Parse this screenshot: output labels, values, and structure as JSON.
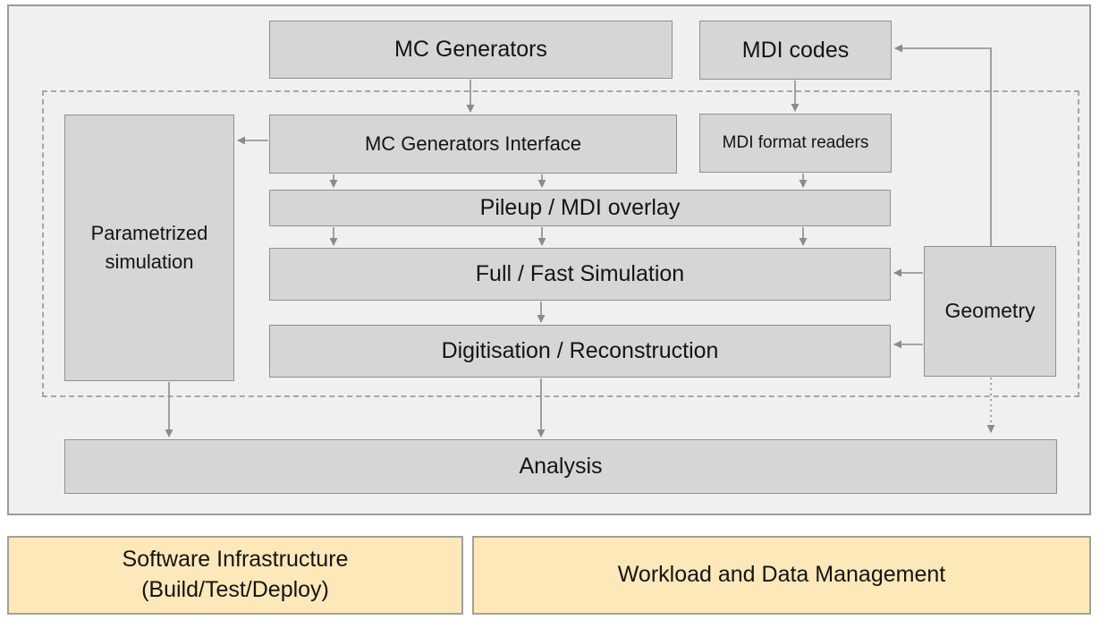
{
  "nodes": {
    "mc_generators": {
      "label": "MC Generators"
    },
    "mdi_codes": {
      "label": "MDI codes"
    },
    "mc_generators_interface": {
      "label": "MC Generators Interface"
    },
    "mdi_format_readers": {
      "label": "MDI format readers"
    },
    "parametrized_simulation": {
      "label": "Parametrized simulation"
    },
    "pileup_mdi_overlay": {
      "label": "Pileup / MDI overlay"
    },
    "full_fast_simulation": {
      "label": "Full / Fast Simulation"
    },
    "digitisation_reconstruction": {
      "label": "Digitisation / Reconstruction"
    },
    "geometry": {
      "label": "Geometry"
    },
    "analysis": {
      "label": "Analysis"
    }
  },
  "footer": {
    "software_infrastructure": {
      "label": "Software Infrastructure\n(Build/Test/Deploy)"
    },
    "workload_data_management": {
      "label": "Workload and Data Management"
    }
  },
  "edges": [
    {
      "from": "MC Generators",
      "to": "MC Generators Interface",
      "style": "solid",
      "count": 1
    },
    {
      "from": "MDI codes",
      "to": "MDI format readers",
      "style": "solid",
      "count": 1
    },
    {
      "from": "MC Generators Interface",
      "to": "Pileup / MDI overlay",
      "style": "solid",
      "count": 2
    },
    {
      "from": "MDI format readers",
      "to": "Pileup / MDI overlay",
      "style": "solid",
      "count": 1
    },
    {
      "from": "Pileup / MDI overlay",
      "to": "Full / Fast Simulation",
      "style": "solid",
      "count": 3
    },
    {
      "from": "Full / Fast Simulation",
      "to": "Digitisation / Reconstruction",
      "style": "solid",
      "count": 1
    },
    {
      "from": "Digitisation / Reconstruction",
      "to": "Analysis",
      "style": "solid",
      "count": 1
    },
    {
      "from": "MC Generators Interface",
      "to": "Parametrized simulation",
      "style": "solid",
      "count": 1
    },
    {
      "from": "Parametrized simulation",
      "to": "Analysis",
      "style": "solid",
      "count": 1
    },
    {
      "from": "Geometry",
      "to": "Full / Fast Simulation",
      "style": "solid",
      "count": 1
    },
    {
      "from": "Geometry",
      "to": "Digitisation / Reconstruction",
      "style": "solid",
      "count": 1
    },
    {
      "from": "Geometry",
      "to": "MDI codes",
      "style": "solid",
      "count": 1
    },
    {
      "from": "Geometry",
      "to": "Analysis",
      "style": "dotted",
      "count": 1
    }
  ],
  "colors": {
    "page_bg": "#ffffff",
    "panel_bg": "#f0f0f0",
    "panel_border": "#9a9a9a",
    "dashed_border": "#a6a6a6",
    "node_fill": "#d6d6d6",
    "node_border": "#8f8f8f",
    "arrow": "#8b8b8b",
    "footer_fill": "#fce8b8",
    "footer_border": "#a0a0a0",
    "text": "#141414"
  }
}
